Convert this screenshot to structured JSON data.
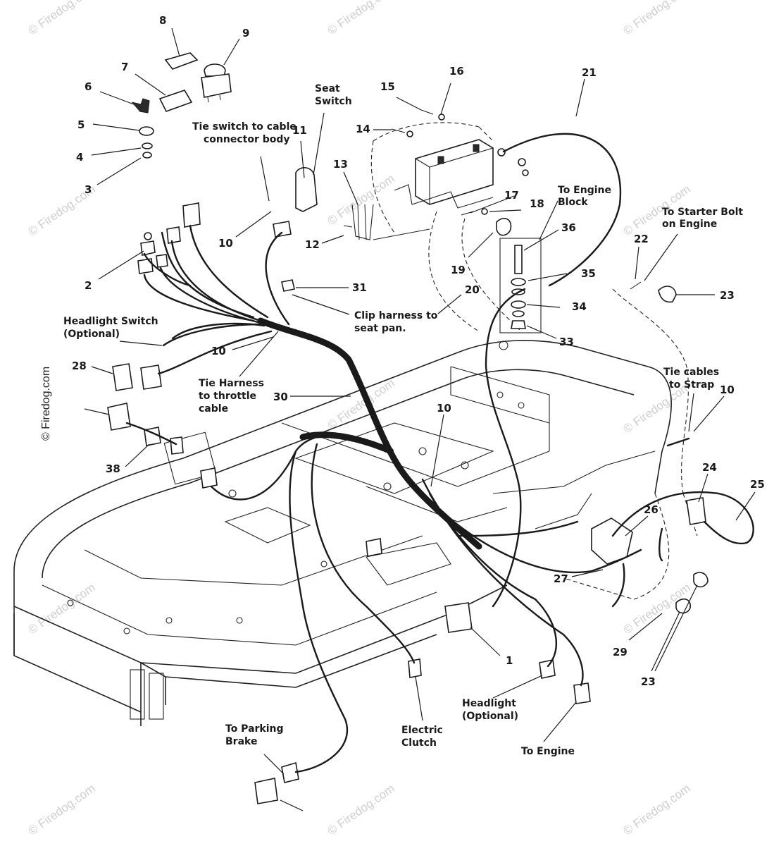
{
  "watermark": "© Firedog.com",
  "callouts": [
    {
      "id": "c8",
      "num": "8"
    },
    {
      "id": "c9",
      "num": "9"
    },
    {
      "id": "c7",
      "num": "7"
    },
    {
      "id": "c6",
      "num": "6"
    },
    {
      "id": "c5",
      "num": "5"
    },
    {
      "id": "c4",
      "num": "4"
    },
    {
      "id": "c3",
      "num": "3"
    },
    {
      "id": "c2",
      "num": "2"
    },
    {
      "id": "c10a",
      "num": "10"
    },
    {
      "id": "c11",
      "num": "11"
    },
    {
      "id": "c12",
      "num": "12"
    },
    {
      "id": "c13",
      "num": "13"
    },
    {
      "id": "c14",
      "num": "14"
    },
    {
      "id": "c15",
      "num": "15"
    },
    {
      "id": "c16",
      "num": "16"
    },
    {
      "id": "c17",
      "num": "17"
    },
    {
      "id": "c18",
      "num": "18"
    },
    {
      "id": "c19",
      "num": "19"
    },
    {
      "id": "c20",
      "num": "20"
    },
    {
      "id": "c21",
      "num": "21"
    },
    {
      "id": "c22",
      "num": "22"
    },
    {
      "id": "c23a",
      "num": "23"
    },
    {
      "id": "c36",
      "num": "36"
    },
    {
      "id": "c35",
      "num": "35"
    },
    {
      "id": "c34",
      "num": "34"
    },
    {
      "id": "c33",
      "num": "33"
    },
    {
      "id": "c31",
      "num": "31"
    },
    {
      "id": "c10b",
      "num": "10"
    },
    {
      "id": "c28",
      "num": "28"
    },
    {
      "id": "c1a",
      "num": "1"
    },
    {
      "id": "c38",
      "num": "38"
    },
    {
      "id": "c30",
      "num": "30"
    },
    {
      "id": "c10c",
      "num": "10"
    },
    {
      "id": "c10d",
      "num": "10"
    },
    {
      "id": "c24",
      "num": "24"
    },
    {
      "id": "c25",
      "num": "25"
    },
    {
      "id": "c26",
      "num": "26"
    },
    {
      "id": "c27",
      "num": "27"
    },
    {
      "id": "c29",
      "num": "29"
    },
    {
      "id": "c23b",
      "num": "23"
    },
    {
      "id": "c1b",
      "num": "1"
    }
  ],
  "labels": {
    "seat_switch": [
      "Seat",
      "Switch"
    ],
    "tie_switch": [
      "Tie switch to cable",
      "connector body"
    ],
    "to_engine_block": [
      "To Engine",
      "Block"
    ],
    "to_starter_bolt": [
      "To Starter Bolt",
      "on Engine"
    ],
    "clip_harness": [
      "Clip harness to",
      "seat pan."
    ],
    "headlight_switch": [
      "Headlight Switch",
      "(Optional)"
    ],
    "tie_harness": [
      "Tie Harness",
      "to throttle",
      "cable"
    ],
    "tie_cables": [
      "Tie cables",
      "to Strap"
    ],
    "headlight": [
      "Headlight",
      "(Optional)"
    ],
    "to_engine": [
      "To Engine"
    ],
    "electric_clutch": [
      "Electric",
      "Clutch"
    ],
    "to_parking_brake": [
      "To Parking",
      "Brake"
    ]
  }
}
